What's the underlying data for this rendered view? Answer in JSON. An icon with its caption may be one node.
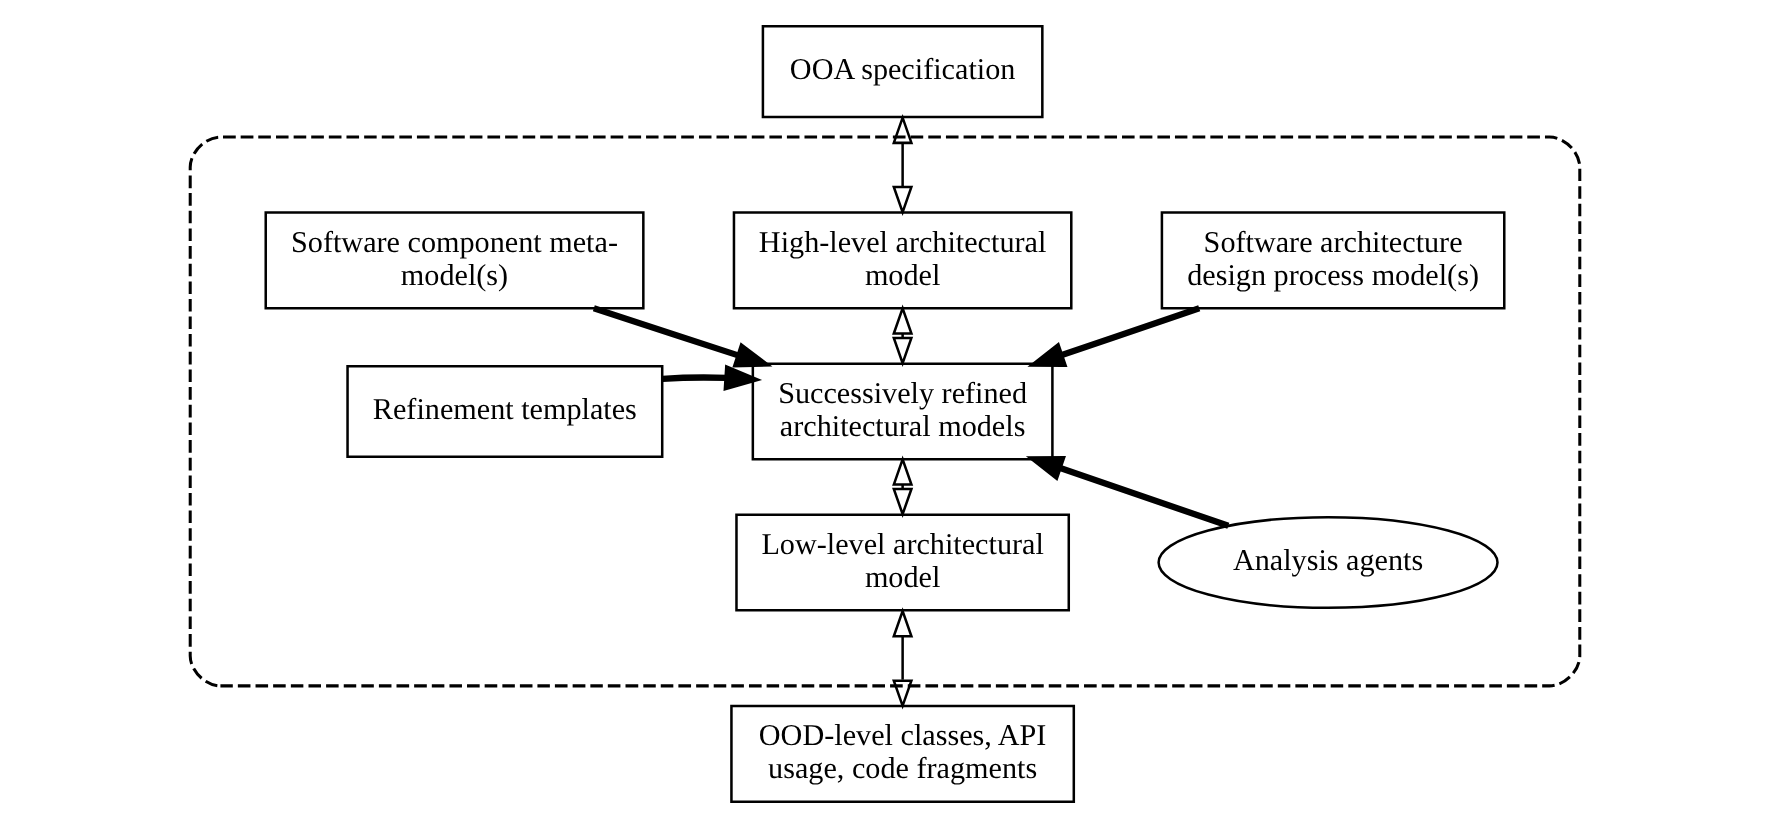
{
  "diagram": {
    "nodes": [
      {
        "text": [
          "OOA specification"
        ]
      },
      {
        "text": [],
        "shape": "ellipse"
      },
      {
        "text": [
          "High-level architectural model"
        ],
        "in": 1
      },
      {
        "text": [
          "Software component meta-model(s)"
        ],
        "in": 1
      },
      {
        "text": [
          "Software architecture design process model(s)"
        ],
        "in": 1
      },
      {
        "text": [
          "Successively refined architectural models"
        ],
        "in": 1
      },
      {
        "text": [
          "Refinement templates"
        ],
        "in": 1
      },
      {
        "text": [
          "Analysis agents"
        ],
        "in": 1
      },
      {
        "text": [
          "Low-level architectural model"
        ],
        "in": 1
      },
      {
        "text": [
          "OOD-level classes, API usage, code fragments"
        ]
      }
    ],
    "edges": [
      {
        "from": 0,
        "to": 2,
        "arrow": "both"
      },
      {
        "from": 2,
        "to": 5,
        "arrow": "both"
      },
      {
        "from": 5,
        "to": 8,
        "arrow": "both"
      },
      {
        "from": 8,
        "to": 9,
        "arrow": "both"
      },
      {
        "from": 3,
        "to": 5,
        "arrow": "to",
        "style": "thick"
      },
      {
        "from": 4,
        "to": 5,
        "arrow": "to",
        "style": "thick"
      },
      {
        "from": 6,
        "to": 5,
        "arrow": "to",
        "style": "thick"
      },
      {
        "from": 7,
        "to": 5,
        "arrow": "to",
        "style": "thick"
      }
    ]
  }
}
